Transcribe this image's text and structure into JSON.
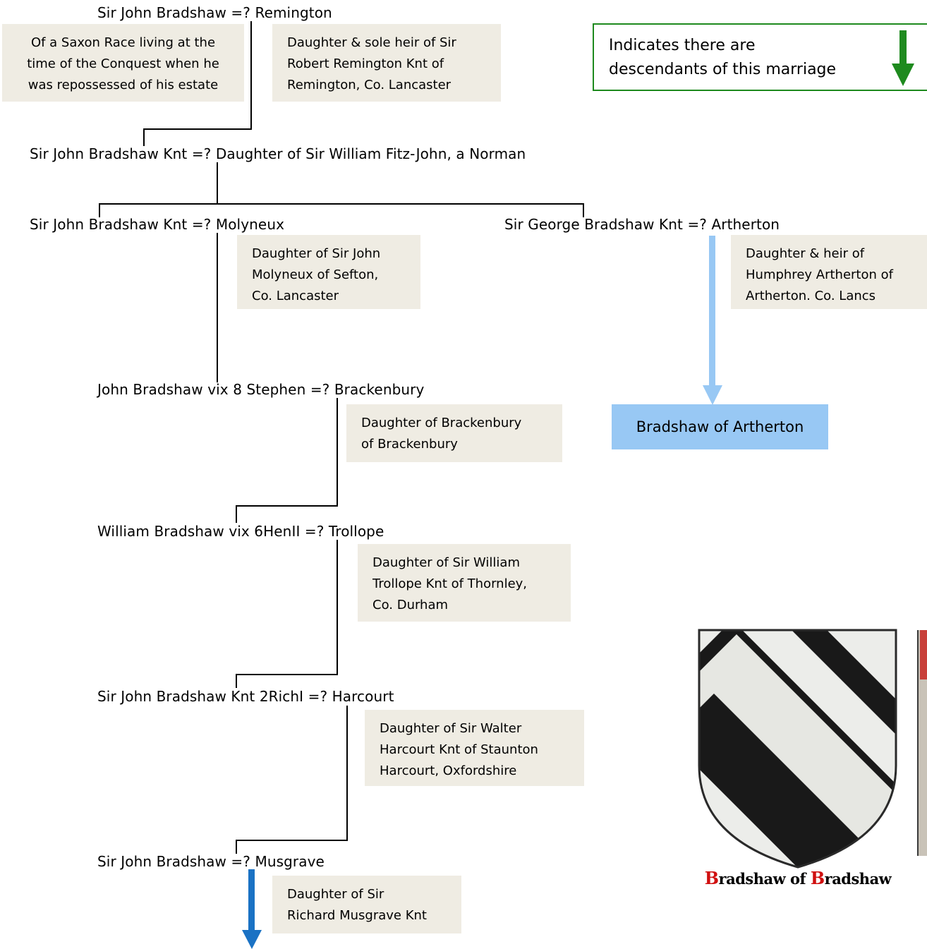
{
  "people": {
    "p1": "Sir John Bradshaw =? Remington",
    "p2": "Sir John Bradshaw Knt =? Daughter of Sir William Fitz-John, a Norman",
    "p3": "Sir John Bradshaw Knt =? Molyneux",
    "p4": "Sir George Bradshaw Knt =? Artherton",
    "p5": "John Bradshaw vix 8 Stephen =? Brackenbury",
    "p6": "William Bradshaw vix 6HenII =? Trollope",
    "p7": "Sir John Bradshaw Knt 2RichI =? Harcourt",
    "p8": "Sir John Bradshaw =? Musgrave"
  },
  "notes": {
    "saxon": [
      "Of a Saxon Race living at the",
      "time of the Conquest when he",
      "was repossessed of his estate"
    ],
    "remington": [
      "Daughter & sole heir of Sir",
      "Robert Remington Knt of",
      "Remington, Co. Lancaster"
    ],
    "molyneux": [
      "Daughter of Sir John",
      "Molyneux of Sefton,",
      "Co. Lancaster"
    ],
    "artherton": [
      "Daughter & heir of",
      "Humphrey Artherton of",
      "Artherton. Co. Lancs"
    ],
    "brackenbury": [
      "Daughter of Brackenbury",
      "of Brackenbury"
    ],
    "trollope": [
      "Daughter of Sir William",
      "Trollope Knt of Thornley,",
      "Co. Durham"
    ],
    "harcourt": [
      "Daughter of Sir Walter",
      "Harcourt Knt of Staunton",
      "Harcourt, Oxfordshire"
    ],
    "musgrave": [
      "Daughter of Sir",
      "Richard Musgrave Knt"
    ]
  },
  "legend": {
    "lines": [
      "Indicates there are",
      "descendants of this marriage"
    ],
    "arrow_color": "#1e8a1e"
  },
  "branch": {
    "label": "Bradshaw of Artherton",
    "arrow_color": "#98c8f4"
  },
  "main_arrow_color": "#1a72c4",
  "shield": {
    "caption_initial_1": "B",
    "caption_part_1": "radshaw of ",
    "caption_initial_2": "B",
    "caption_part_2": "radshaw"
  }
}
